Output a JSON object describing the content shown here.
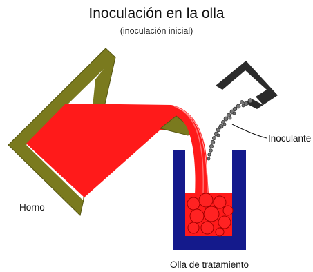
{
  "title": "Inoculación en la olla",
  "subtitle": "(inoculación inicial)",
  "labels": {
    "furnace": "Horno",
    "inoculant": "Inoculante",
    "ladle": "Olla de tratamiento"
  },
  "colors": {
    "furnace_shell": "#7a7a1e",
    "molten_metal": "#ff1a1a",
    "ladle": "#141a8c",
    "inoculant_hopper": "#2b2b2b",
    "inoculant_grains": "#777777",
    "text": "#111111"
  }
}
